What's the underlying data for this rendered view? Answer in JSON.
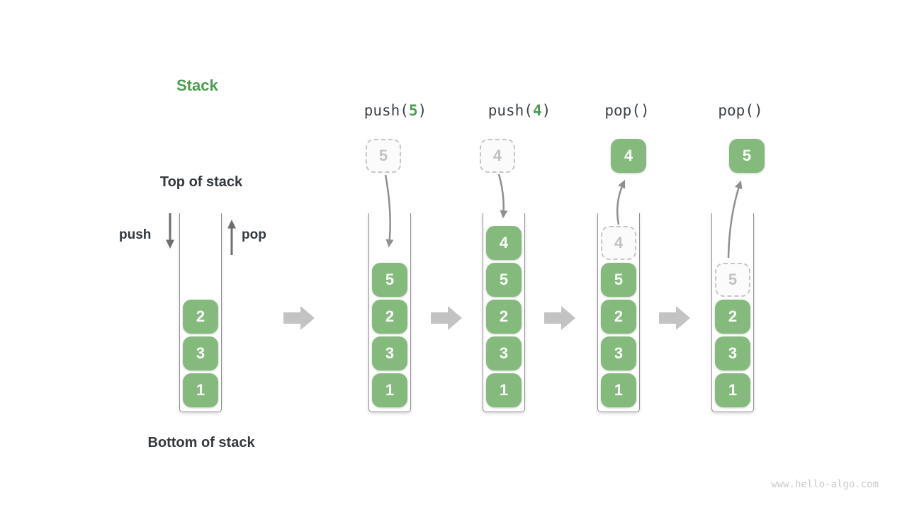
{
  "page": {
    "title": "Stack",
    "watermark": "www.hello-algo.com"
  },
  "legend": {
    "top_label": "Top of stack",
    "bottom_label": "Bottom of stack",
    "push_label": "push",
    "pop_label": "pop"
  },
  "colors": {
    "element_green": "#85ba7d",
    "title_green": "#4a9d4f",
    "label_dark": "#33383d",
    "container_border": "#8f8f8f",
    "flow_arrow_gray": "#8f8f8f",
    "pushpop_arrow_gray": "#6e6e6e",
    "stage_arrow_gray": "#c3c3c3",
    "dashed_border": "#c6c6c6",
    "dashed_text": "#c2c2c2"
  },
  "stages": [
    {
      "name": "initial",
      "items": [
        {
          "value": "2",
          "style": "solid"
        },
        {
          "value": "3",
          "style": "solid"
        },
        {
          "value": "1",
          "style": "solid"
        }
      ]
    },
    {
      "name": "push-5",
      "op": {
        "prefix": "push(",
        "arg": "5",
        "suffix": ")"
      },
      "floating": {
        "value": "5",
        "style": "dashed"
      },
      "items": [
        {
          "value": "5",
          "style": "solid"
        },
        {
          "value": "2",
          "style": "solid"
        },
        {
          "value": "3",
          "style": "solid"
        },
        {
          "value": "1",
          "style": "solid"
        }
      ]
    },
    {
      "name": "push-4",
      "op": {
        "prefix": "push(",
        "arg": "4",
        "suffix": ")"
      },
      "floating": {
        "value": "4",
        "style": "dashed"
      },
      "items": [
        {
          "value": "4",
          "style": "solid"
        },
        {
          "value": "5",
          "style": "solid"
        },
        {
          "value": "2",
          "style": "solid"
        },
        {
          "value": "3",
          "style": "solid"
        },
        {
          "value": "1",
          "style": "solid"
        }
      ]
    },
    {
      "name": "pop-4",
      "op": {
        "prefix": "pop()",
        "arg": "",
        "suffix": ""
      },
      "floating": {
        "value": "4",
        "style": "solid"
      },
      "items": [
        {
          "value": "4",
          "style": "dashed"
        },
        {
          "value": "5",
          "style": "solid"
        },
        {
          "value": "2",
          "style": "solid"
        },
        {
          "value": "3",
          "style": "solid"
        },
        {
          "value": "1",
          "style": "solid"
        }
      ]
    },
    {
      "name": "pop-5",
      "op": {
        "prefix": "pop()",
        "arg": "",
        "suffix": ""
      },
      "floating": {
        "value": "5",
        "style": "solid"
      },
      "items": [
        {
          "value": "5",
          "style": "dashed"
        },
        {
          "value": "2",
          "style": "solid"
        },
        {
          "value": "3",
          "style": "solid"
        },
        {
          "value": "1",
          "style": "solid"
        }
      ]
    }
  ]
}
